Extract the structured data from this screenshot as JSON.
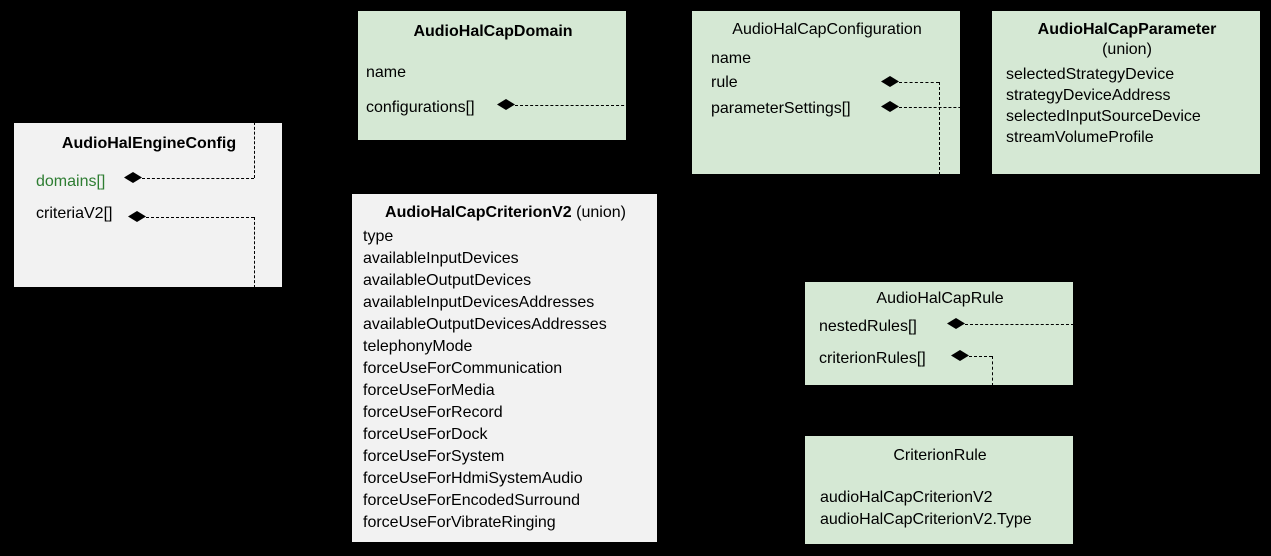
{
  "diagram": {
    "type": "uml-class-diagram",
    "background_color": "#000000",
    "box_fill_green": "#d5e8d4",
    "box_fill_grey": "#f2f2f2",
    "accent_text_color": "#2e7d32",
    "edge_style": "dashed",
    "relation_marker": "filled-diamond-composition"
  },
  "boxes": {
    "engine_config": {
      "title": "AudioHalEngineConfig",
      "attributes": [
        {
          "label": "domains[]",
          "highlight": true
        },
        {
          "label": "criteriaV2[]",
          "highlight": false
        }
      ]
    },
    "cap_domain": {
      "title": "AudioHalCapDomain",
      "attributes": [
        {
          "label": "name"
        },
        {
          "label": "configurations[]"
        }
      ]
    },
    "cap_configuration": {
      "title": "AudioHalCapConfiguration",
      "attributes": [
        {
          "label": "name"
        },
        {
          "label": "rule"
        },
        {
          "label": "parameterSettings[]"
        }
      ]
    },
    "cap_parameter": {
      "title": "AudioHalCapParameter",
      "subtitle": "(union)",
      "attributes": [
        {
          "label": "selectedStrategyDevice"
        },
        {
          "label": "strategyDeviceAddress"
        },
        {
          "label": "selectedInputSourceDevice"
        },
        {
          "label": "streamVolumeProfile"
        }
      ]
    },
    "cap_criterion_v2": {
      "title": "AudioHalCapCriterionV2",
      "subtitle": "(union)",
      "attributes": [
        {
          "label": "type"
        },
        {
          "label": "availableInputDevices"
        },
        {
          "label": "availableOutputDevices"
        },
        {
          "label": "availableInputDevicesAddresses"
        },
        {
          "label": "availableOutputDevicesAddresses"
        },
        {
          "label": "telephonyMode"
        },
        {
          "label": "forceUseForCommunication"
        },
        {
          "label": "forceUseForMedia"
        },
        {
          "label": "forceUseForRecord"
        },
        {
          "label": "forceUseForDock"
        },
        {
          "label": "forceUseForSystem"
        },
        {
          "label": "forceUseForHdmiSystemAudio"
        },
        {
          "label": "forceUseForEncodedSurround"
        },
        {
          "label": "forceUseForVibrateRinging"
        }
      ]
    },
    "cap_rule": {
      "title": "AudioHalCapRule",
      "attributes": [
        {
          "label": "nestedRules[]"
        },
        {
          "label": "criterionRules[]"
        }
      ]
    },
    "criterion_rule": {
      "title": "CriterionRule",
      "attributes": [
        {
          "label": "audioHalCapCriterionV2"
        },
        {
          "label": "audioHalCapCriterionV2.Type"
        }
      ]
    }
  }
}
